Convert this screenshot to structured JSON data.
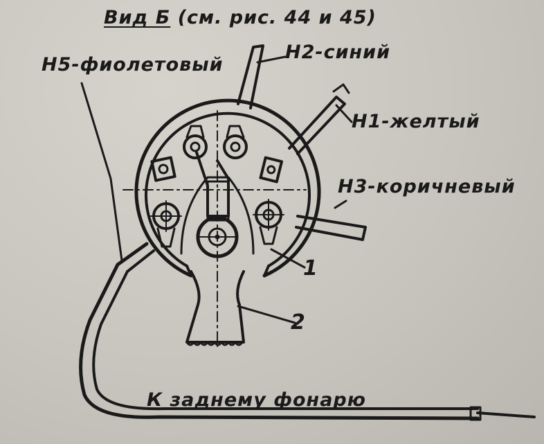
{
  "title": {
    "view": "Вид Б",
    "reference": "(см. рис. 44 и 45)"
  },
  "labels": {
    "h5": "Н5-фиолетовый",
    "h2": "Н2-синий",
    "h1": "Н1-желтый",
    "h3": "Н3-коричневый",
    "part1": "1",
    "part2": "2",
    "rear_lamp": "К заднему фонарю"
  },
  "colors": {
    "ink": "#1a1a1a",
    "paper": "#c9c6bf"
  }
}
